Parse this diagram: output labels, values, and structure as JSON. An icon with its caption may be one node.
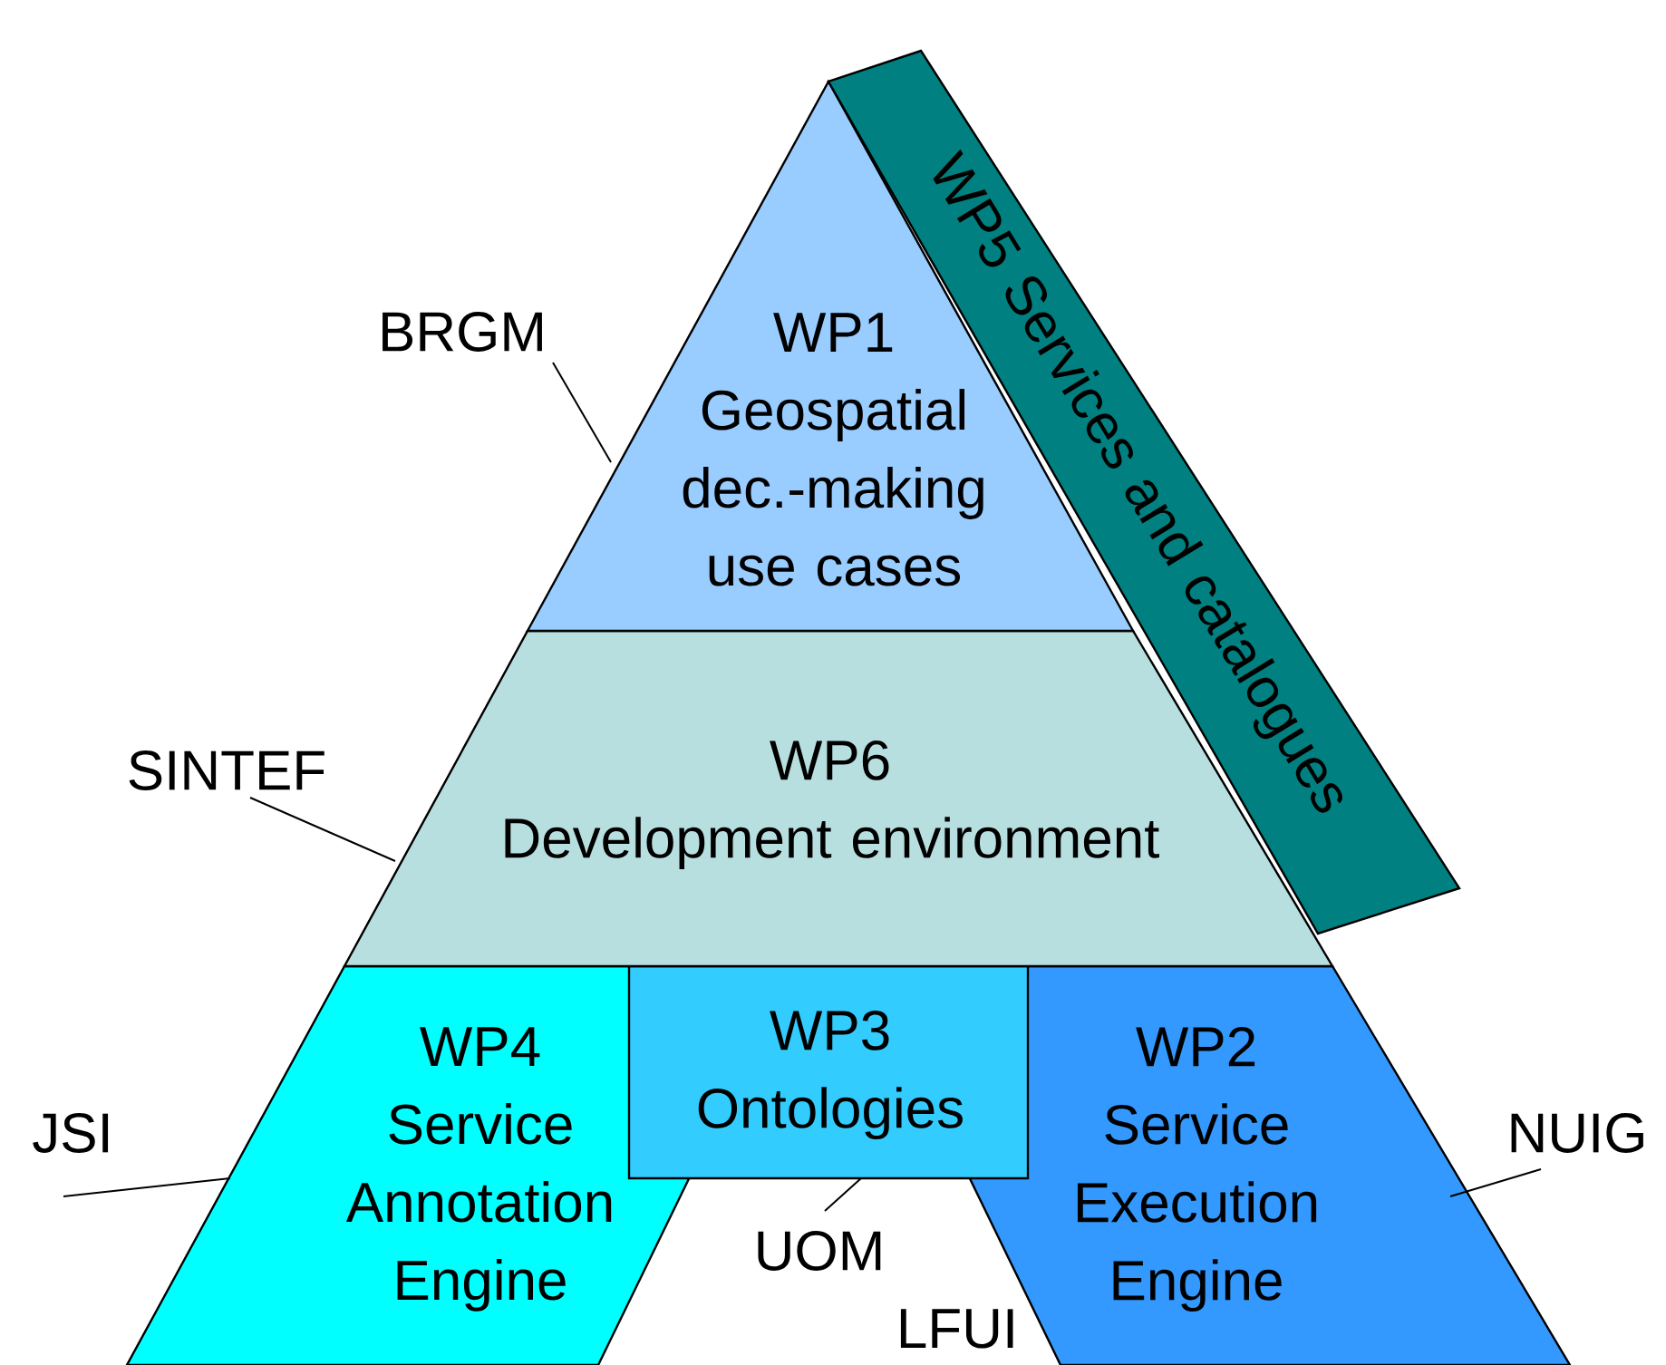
{
  "diagram": {
    "nodes": [
      {
        "text": [
          "WP1",
          "Geospatial dec.-making use cases"
        ]
      },
      {
        "text": [
          "WP5 Services and catalogues"
        ]
      },
      {
        "text": [
          "WP6",
          "Development environment"
        ]
      },
      {
        "text": [
          "WP4",
          "Service Annotation Engine"
        ]
      },
      {
        "text": [
          "WP3",
          "Ontologies"
        ]
      },
      {
        "text": [
          "WP2",
          "Service Execution Engine"
        ]
      },
      {
        "text": [
          "BRGM"
        ]
      },
      {
        "text": [
          "SINTEF"
        ]
      },
      {
        "text": [
          "JSI"
        ]
      },
      {
        "text": [
          "NUIG"
        ]
      },
      {
        "text": [
          "UOM"
        ]
      }
    ],
    "edges": [
      {
        "from": 6,
        "to": 0,
        "arrow": "none"
      },
      {
        "from": 7,
        "to": 2,
        "arrow": "none"
      },
      {
        "from": 8,
        "to": 3,
        "arrow": "none"
      },
      {
        "from": 9,
        "to": 5,
        "arrow": "none"
      },
      {
        "from": 10,
        "to": 4,
        "arrow": "none"
      }
    ],
    "labels": [
      "LFUI"
    ]
  }
}
